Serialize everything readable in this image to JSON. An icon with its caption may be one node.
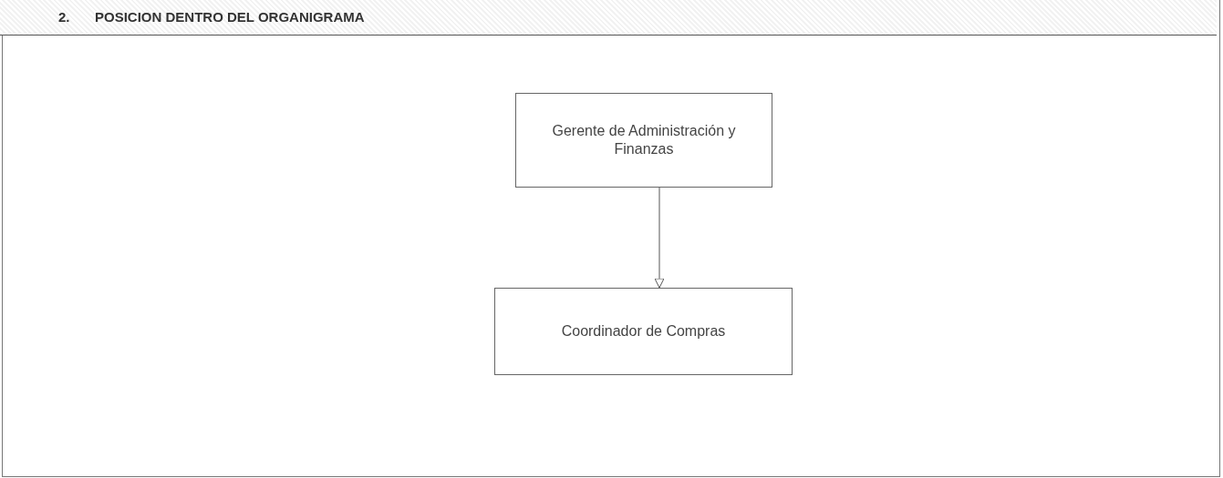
{
  "diagram": {
    "title": "POSICION DENTRO DEL ORGANIGRAMA",
    "nodes": [
      {
        "text": [
          "Gerente de Administración y Finanzas"
        ]
      },
      {
        "text": [
          "Coordinador de Compras"
        ]
      }
    ],
    "edges": [
      {
        "from": 0,
        "to": 1,
        "arrow": "to"
      }
    ],
    "labels": [
      "2."
    ]
  }
}
